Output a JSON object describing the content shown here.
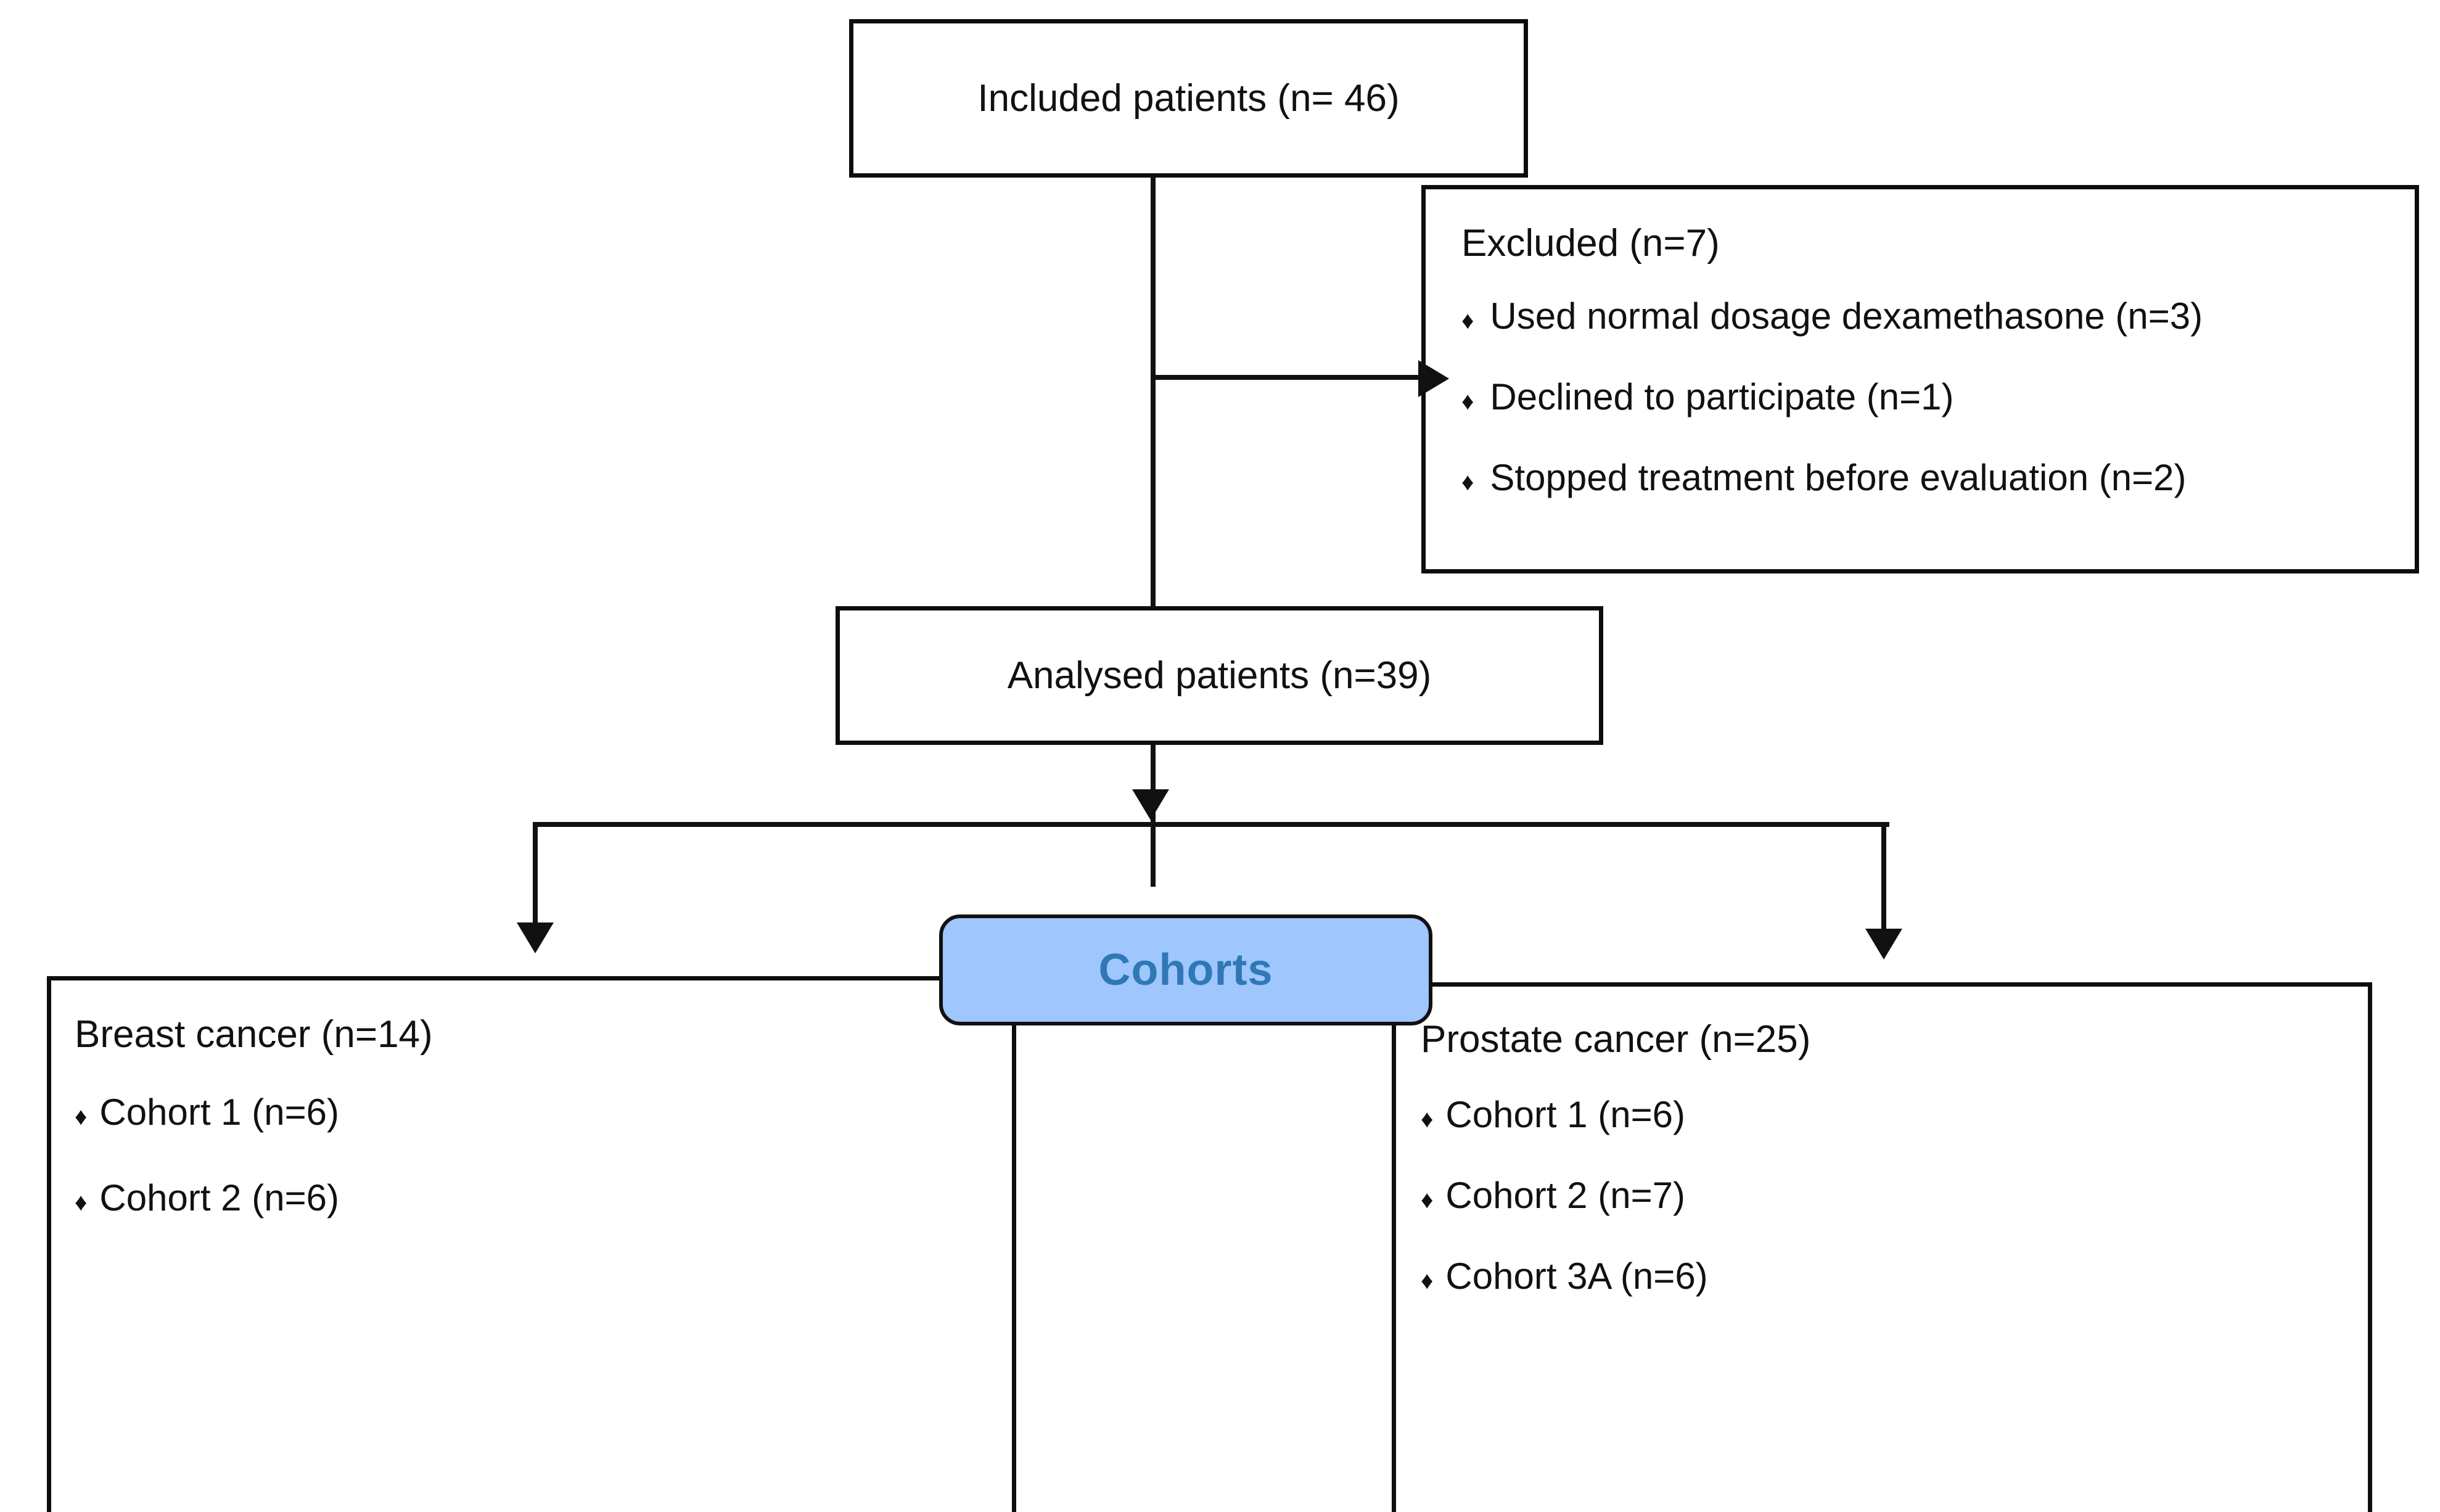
{
  "diagram": {
    "title": "Patient inclusion and cohort flow diagram",
    "colors": {
      "box_border": "#0d0d0d",
      "connector": "#111111",
      "cohorts_fill": "#9FC6FD",
      "cohorts_text": "#2E79B5",
      "text": "#111111",
      "background": "#ffffff"
    },
    "bullet_glyph": "♦"
  },
  "included": {
    "label": "Included patients (n= 46)"
  },
  "excluded": {
    "heading": "Excluded (n=7)",
    "items": [
      "Used normal dosage dexamethasone  (n=3)",
      "Declined to participate (n=1)",
      "Stopped treatment before evaluation (n=2)"
    ]
  },
  "analysed": {
    "label": "Analysed patients  (n=39)"
  },
  "cohorts_pill": {
    "label": "Cohorts"
  },
  "breast": {
    "heading": "Breast cancer  (n=14)",
    "items": [
      "Cohort 1 (n=6)",
      "Cohort 2 (n=6)"
    ]
  },
  "prostate": {
    "heading": "Prostate cancer (n=25)",
    "items": [
      "Cohort 1 (n=6)",
      "Cohort 2 (n=7)",
      "Cohort 3A (n=6)"
    ]
  }
}
